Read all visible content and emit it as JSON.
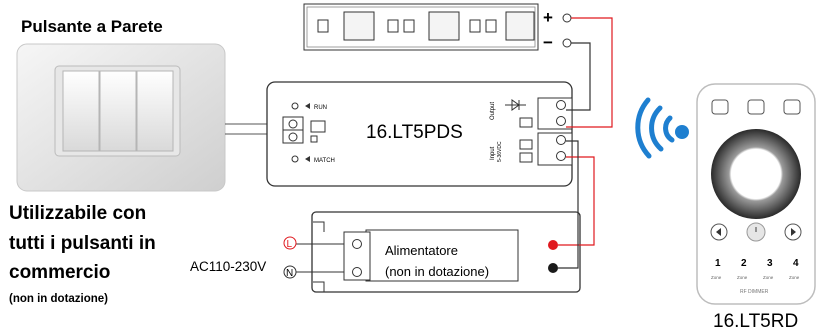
{
  "wall_switch": {
    "title": "Pulsante a Parete"
  },
  "compat": {
    "line1": "Utilizzabile con",
    "line2": "tutti i pulsanti in",
    "line3": "commercio",
    "note": "(non in dotazione)"
  },
  "controller": {
    "model": "16.LT5PDS",
    "run": "RUN",
    "match": "MATCH",
    "output": "Output",
    "input": "Input",
    "input_range": "5-36VDC"
  },
  "led_strip": {
    "plus": "+",
    "minus": "−"
  },
  "power_supply": {
    "ac_label": "AC110-230V",
    "line_symbol": "L",
    "neutral_symbol": "N",
    "label1": "Alimentatore",
    "label2": "(non in dotazione)",
    "colors": {
      "red": "#e0191f",
      "black": "#1a1a1a"
    }
  },
  "remote": {
    "model": "16.LT5RD",
    "zones": [
      "1",
      "2",
      "3",
      "4"
    ],
    "zone_label": "Zone",
    "brand": "RF DIMMER"
  },
  "colors": {
    "wire_red": "#e0191f",
    "signal_blue": "#1e7fd0"
  }
}
